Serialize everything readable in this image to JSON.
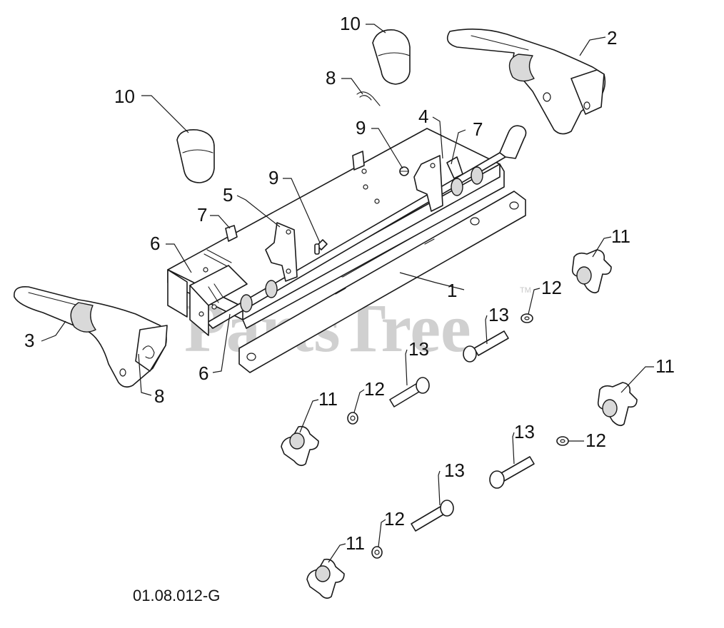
{
  "diagram": {
    "figure_code": "01.08.012-G",
    "watermark": "PartsTree",
    "watermark_mark": "TM",
    "callouts": {
      "frame": "1",
      "right_lever": "2",
      "left_lever": "3",
      "right_bracket": "4",
      "left_bracket": "5",
      "bushing_upper": "6",
      "bushing_lower": "6",
      "clip_left": "7",
      "clip_right": "7",
      "pin_upper": "8",
      "pin_lower": "8",
      "bolt_left": "9",
      "bolt_right": "9",
      "grip_left": "10",
      "grip_right": "10",
      "knob_a": "11",
      "knob_b": "11",
      "knob_c": "11",
      "knob_d": "11",
      "washer_a": "12",
      "washer_b": "12",
      "washer_c": "12",
      "washer_d": "12",
      "carriage_bolt_a": "13",
      "carriage_bolt_b": "13",
      "carriage_bolt_c": "13",
      "carriage_bolt_d": "13"
    }
  }
}
